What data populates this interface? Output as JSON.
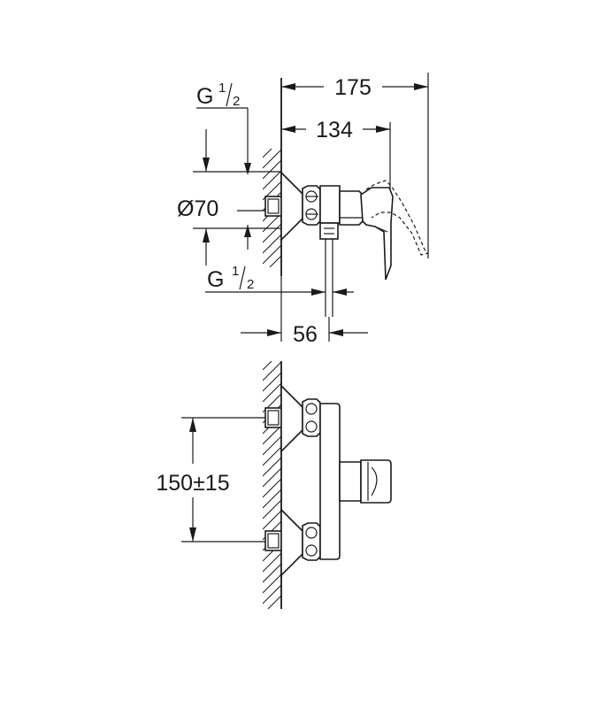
{
  "drawing": {
    "dimensions": {
      "width_total": "175",
      "width_handle": "134",
      "thread_top_g": "G",
      "thread_top_fraction_num": "1",
      "thread_top_fraction_den": "2",
      "rosette_diameter": "Ø70",
      "thread_bottom_g": "G",
      "thread_bottom_fraction_num": "1",
      "thread_bottom_fraction_den": "2",
      "outlet_offset": "56",
      "center_distance": "150±15"
    }
  }
}
